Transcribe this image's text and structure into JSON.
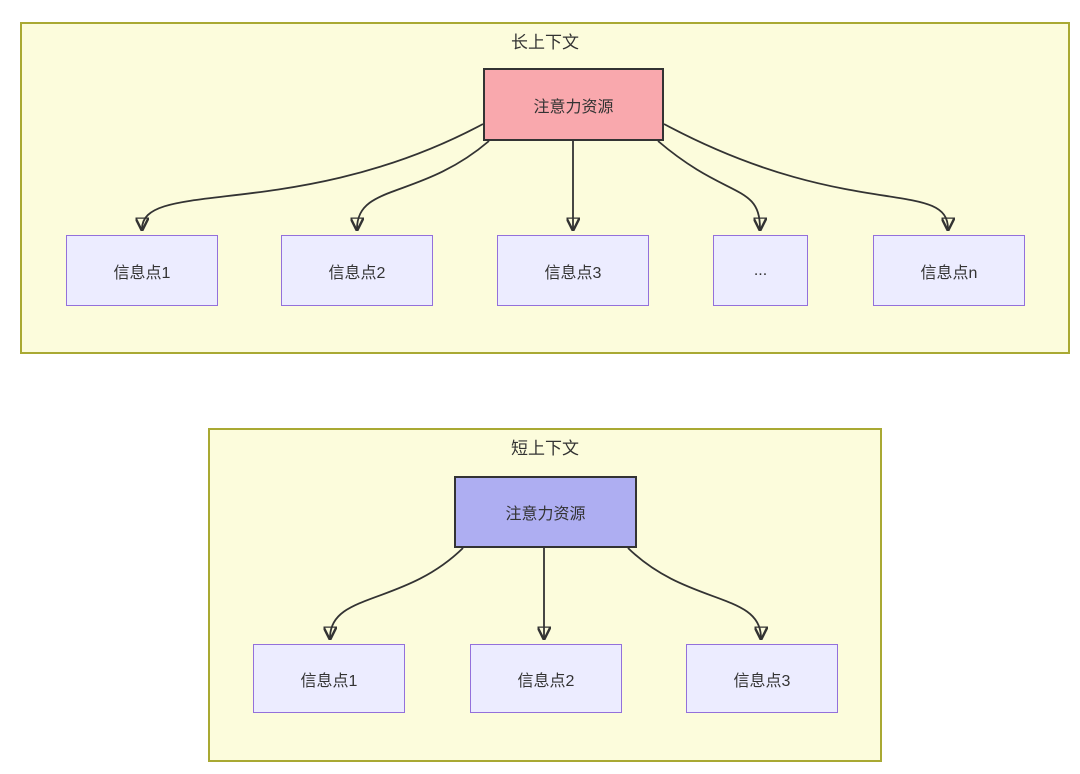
{
  "long_context": {
    "title": "长上下文",
    "root_label": "注意力资源",
    "children": [
      "信息点1",
      "信息点2",
      "信息点3",
      "...",
      "信息点n"
    ]
  },
  "short_context": {
    "title": "短上下文",
    "root_label": "注意力资源",
    "children": [
      "信息点1",
      "信息点2",
      "信息点3"
    ]
  },
  "colors": {
    "page_background": "#ffffff",
    "container_fill": "#fcfcdc",
    "container_border": "#a9a933",
    "node_fill": "#ececff",
    "node_border": "#9370db",
    "long_root_fill": "#f9a8ad",
    "short_root_fill": "#aeaef2",
    "root_border": "#333333",
    "arrow": "#333333",
    "text": "#333333"
  }
}
